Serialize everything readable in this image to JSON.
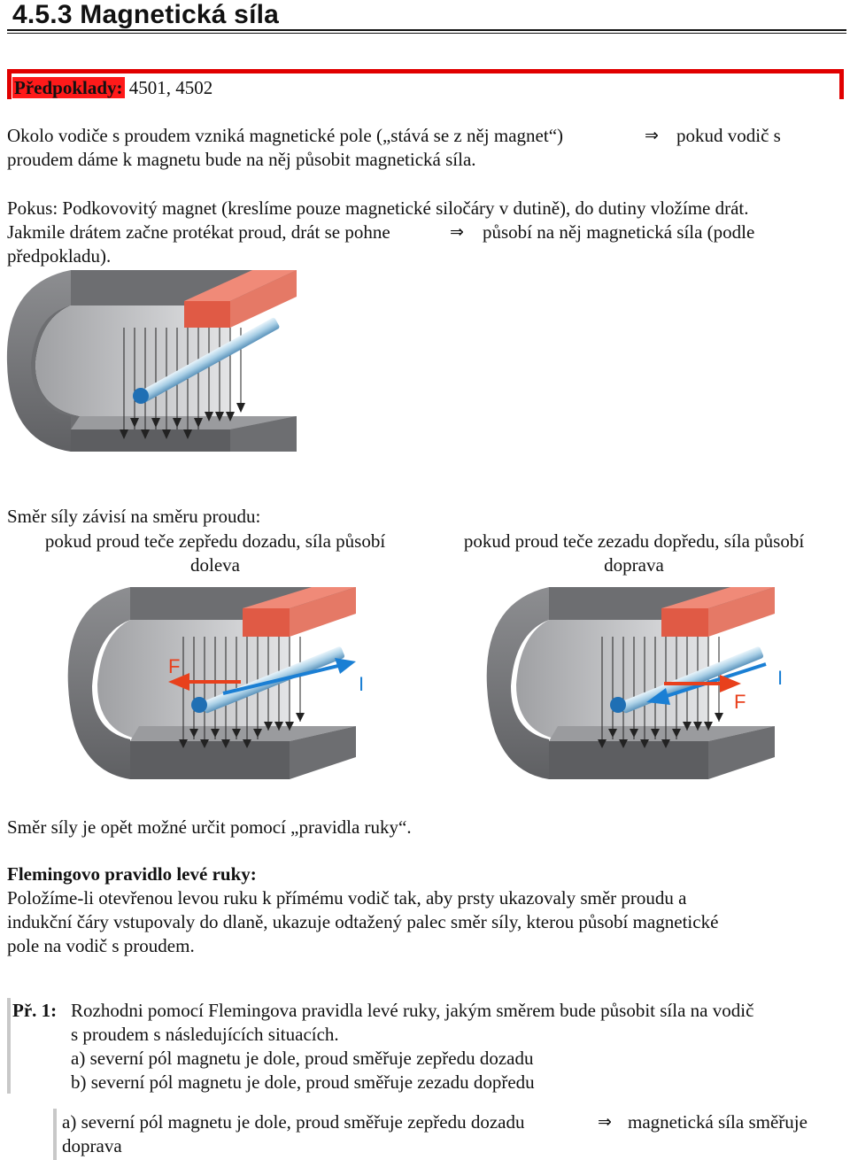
{
  "header": {
    "title": "4.5.3 Magnetická síla"
  },
  "prereq": {
    "label": "Předpoklady:",
    "value": " 4501, 4502"
  },
  "intro": {
    "line1": "Okolo vodiče s proudem vzniká magnetické pole („stává se z něj magnet“)",
    "arrow1": "⇒",
    "line1b": "pokud vodič s",
    "line2": "proudem dáme k magnetu bude na něj působit magnetická síla."
  },
  "experiment": {
    "line1": "Pokus: Podkovovitý magnet (kreslíme pouze magnetické siločáry v dutině), do dutiny vložíme drát.",
    "line2a": "Jakmile drátem začne protékat proud, drát se pohne",
    "arrow": "⇒",
    "line2b": "působí na něj magnetická síla (podle",
    "line3": "předpokladu)."
  },
  "direction": {
    "intro": "Směr síly závisí na směru proudu:",
    "left_line1": "pokud proud teče zepředu dozadu, síla působí",
    "left_line2": "doleva",
    "right_line1": "pokud proud teče zezadu dopředu, síla působí",
    "right_line2": "doprava"
  },
  "figure_labels": {
    "force": "F",
    "current": "I"
  },
  "colors": {
    "magnet_dark": "#6d6e71",
    "magnet_mid": "#8c8d90",
    "magnet_light": "#c8c9cb",
    "pole_front": "#e05a45",
    "pole_top": "#f08a78",
    "force_arrow": "#e8401c",
    "current_arrow": "#1a7fd4",
    "wire": "#a9cfe6"
  },
  "rule": {
    "text": "Směr síly je opět možné určit pomocí „pravidla ruky“.",
    "title": "Flemingovo pravidlo levé ruky:",
    "line1": "Položíme-li otevřenou levou ruku k přímému vodič tak, aby prsty ukazovaly směr proudu a",
    "line2": "indukční čáry vstupovaly do dlaně, ukazuje odtažený palec směr síly, kterou působí magnetické",
    "line3": "pole na vodič s proudem."
  },
  "example": {
    "label": "Př. 1:",
    "line1": "Rozhodni pomocí Flemingova pravidla levé ruky, jakým směrem bude působit síla na vodič",
    "line2": "s proudem s následujících situacích.",
    "a": "a) severní pól magnetu je dole, proud směřuje zepředu dozadu",
    "b": "b) severní pól magnetu je dole, proud směřuje zezadu dopředu"
  },
  "answer": {
    "line1a": "a) severní pól magnetu je dole, proud směřuje zepředu dozadu",
    "arrow": "⇒",
    "line1b": "magnetická síla směřuje",
    "line2": "doprava"
  }
}
